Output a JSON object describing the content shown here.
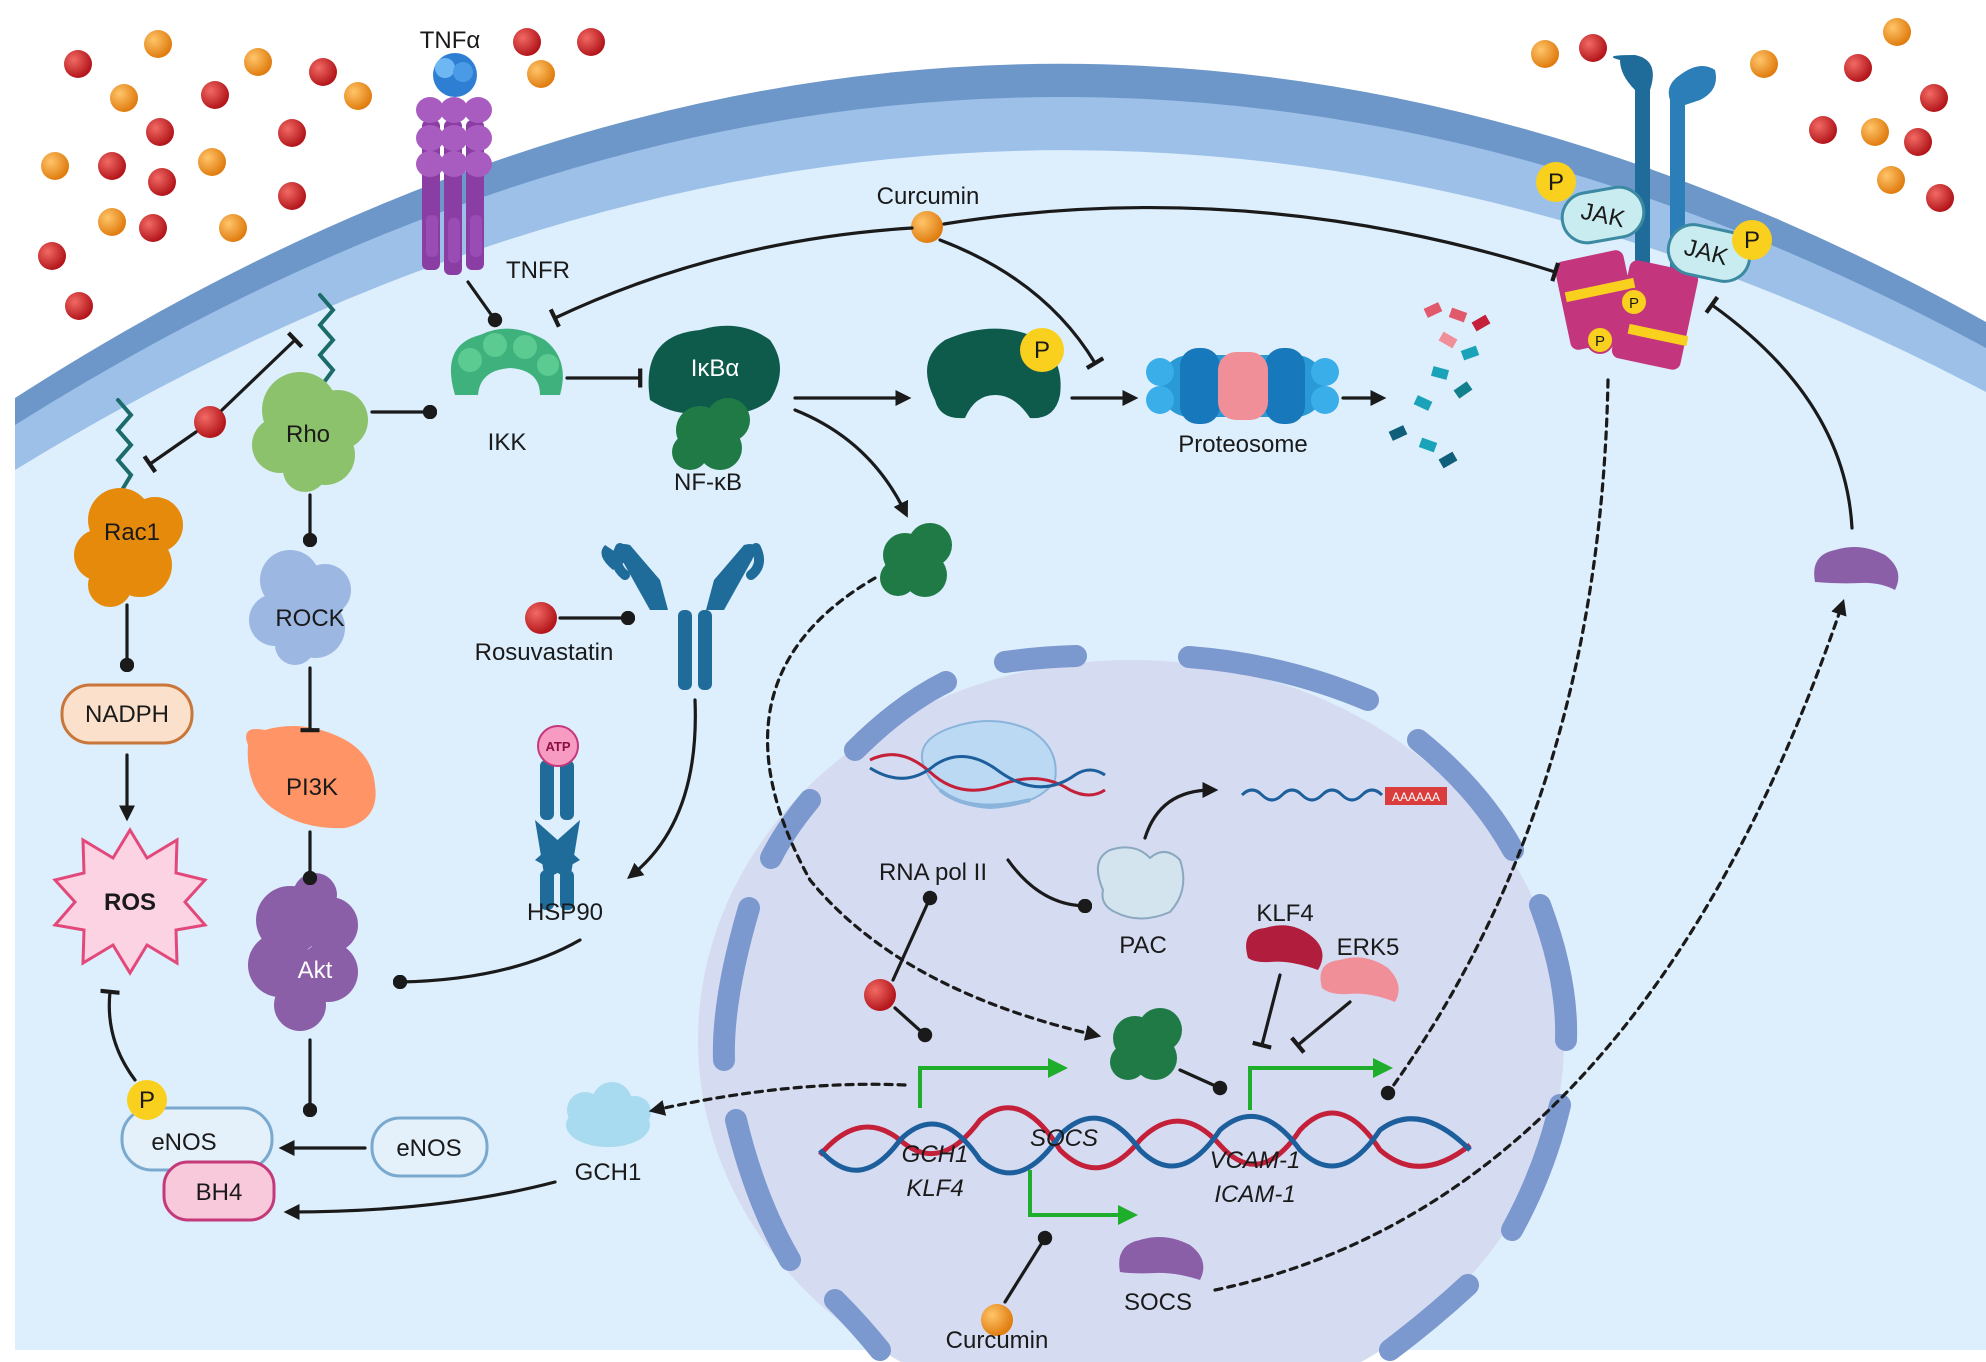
{
  "labels": {
    "tnfa": "TNFα",
    "tnfr": "TNFR",
    "curcumin_top": "Curcumin",
    "ikk": "IKK",
    "ikba": "IκBα",
    "nfkb": "NF-κB",
    "rho": "Rho",
    "rac1": "Rac1",
    "rock": "ROCK",
    "nadph": "NADPH",
    "pi3k": "PI3K",
    "ros": "ROS",
    "akt": "Akt",
    "enos_p": "eNOS",
    "bh4": "BH4",
    "enos": "eNOS",
    "gch1": "GCH1",
    "rosuvastatin": "Rosuvastatin",
    "hsp90": "HSP90",
    "atp": "ATP",
    "proteosome": "Proteosome",
    "jak_left": "JAK",
    "jak_right": "JAK",
    "phospho": "P",
    "rna_pol": "RNA pol II",
    "pac": "PAC",
    "klf4": "KLF4",
    "erk5": "ERK5",
    "polya": "AAAAAA",
    "gene_gch1": "GCH1",
    "gene_klf4": "KLF4",
    "gene_socs": "SOCS",
    "gene_vcam": "VCAM-1",
    "gene_icam": "ICAM-1",
    "socs": "SOCS",
    "curcumin_bottom": "Curcumin"
  },
  "colors": {
    "extracellular": "#ffffff",
    "membrane_outer": "#6e97c9",
    "membrane_inner": "#9cc0e8",
    "cytoplasm": "#ddeefc",
    "nucleus": "#d5dbf0",
    "nuclear_envelope": "#7b98cf",
    "ros_dot": "#c41e22",
    "orange_dot": "#f0951d",
    "phospho": "#f9d01d",
    "activation": "#1fae2b"
  }
}
